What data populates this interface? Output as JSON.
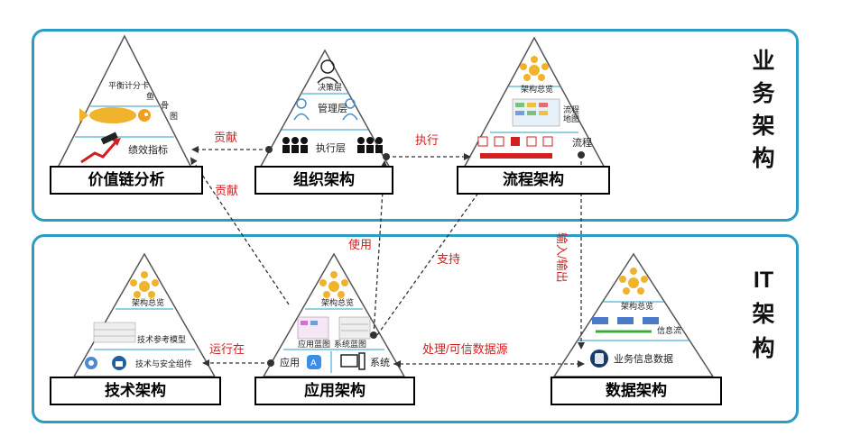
{
  "sections": {
    "business_title": "业务架构",
    "it_title": "IT架构"
  },
  "pyramids": {
    "value_chain": {
      "label": "价值链分析",
      "texts": [
        "平衡计分卡",
        "鱼",
        "骨",
        "图",
        "绩效指标"
      ]
    },
    "organization": {
      "label": "组织架构",
      "texts": [
        "决策层",
        "管理层",
        "执行层"
      ]
    },
    "process": {
      "label": "流程架构",
      "texts": [
        "架构总览",
        "流程",
        "地图",
        "流程"
      ]
    },
    "technology": {
      "label": "技术架构",
      "texts": [
        "架构总览",
        "技术参考模型",
        "技术与安全组件"
      ]
    },
    "application": {
      "label": "应用架构",
      "texts": [
        "架构总览",
        "应用蓝图",
        "系统蓝图",
        "应用",
        "系统"
      ]
    },
    "data": {
      "label": "数据架构",
      "texts": [
        "架构总览",
        "信息流",
        "业务信息数据"
      ]
    }
  },
  "connectors": {
    "contribute_top": "贡献",
    "contribute_left": "贡献",
    "execute": "执行",
    "use": "使用",
    "support": "支持",
    "input_output": "输入/输出",
    "runs_on": "运行在",
    "processing_source": "处理/可信数据源"
  },
  "colors": {
    "panel_border": "#2b9cc4",
    "connector_text": "#d22020",
    "pyramid_line": "#555555"
  }
}
